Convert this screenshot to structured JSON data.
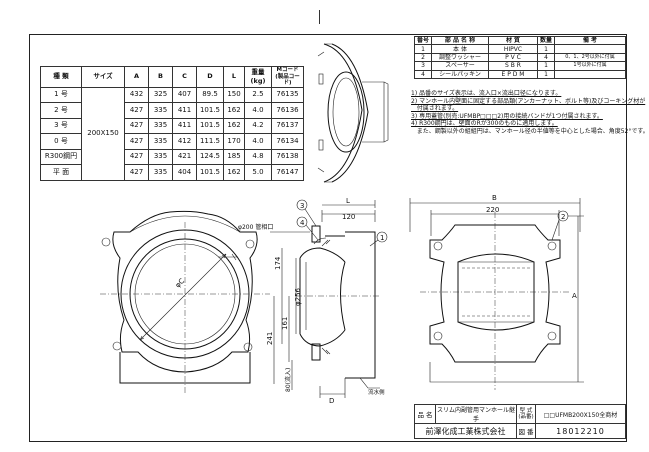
{
  "spec_table": {
    "headers": [
      "種 類",
      "サイズ",
      "A",
      "B",
      "C",
      "D",
      "L",
      "重量(kg)",
      "Mコード\n(製品コード)"
    ],
    "size": "200X150",
    "rows": [
      {
        "kind": "1 号",
        "A": "432",
        "B": "325",
        "C": "407",
        "D": "89.5",
        "L": "150",
        "weight": "2.5",
        "code": "76135"
      },
      {
        "kind": "2 号",
        "A": "427",
        "B": "335",
        "C": "411",
        "D": "101.5",
        "L": "162",
        "weight": "4.0",
        "code": "76136"
      },
      {
        "kind": "3 号",
        "A": "427",
        "B": "335",
        "C": "411",
        "D": "101.5",
        "L": "162",
        "weight": "4.2",
        "code": "76137"
      },
      {
        "kind": "0 号",
        "A": "427",
        "B": "335",
        "C": "412",
        "D": "111.5",
        "L": "170",
        "weight": "4.0",
        "code": "76134"
      },
      {
        "kind": "R300鋼円",
        "A": "427",
        "B": "335",
        "C": "421",
        "D": "124.5",
        "L": "185",
        "weight": "4.8",
        "code": "76138"
      },
      {
        "kind": "平 面",
        "A": "427",
        "B": "335",
        "C": "404",
        "D": "101.5",
        "L": "162",
        "weight": "5.0",
        "code": "76147"
      }
    ]
  },
  "parts_table": {
    "headers": [
      "番号",
      "部 品 名 称",
      "材 質",
      "数量",
      "備 考"
    ],
    "rows": [
      {
        "no": "1",
        "name": "本 体",
        "material": "HIPVC",
        "qty": "1",
        "note": ""
      },
      {
        "no": "2",
        "name": "調整ワッシャー",
        "material": "P V C",
        "qty": "4",
        "note": "0、1、2号以外に付属"
      },
      {
        "no": "3",
        "name": "スペーサー",
        "material": "S B R",
        "qty": "1",
        "note": "1号以外に付属"
      },
      {
        "no": "4",
        "name": "シールパッキン",
        "material": "E P D M",
        "qty": "1",
        "note": ""
      }
    ]
  },
  "notes": [
    {
      "text": "1) 品番のサイズ表示は、流入口×流出口径になります。",
      "underline": true
    },
    {
      "text": "2) マンホール内壁面に固定する部品類(アンカーナット、ボルト等)及びコーキング材が",
      "underline": true
    },
    {
      "text": "   付属されます。",
      "underline": true
    },
    {
      "text": "3) 専用蓋管(別売:UFMBP□□□2)用の接続バンドが1つ付属されます。",
      "underline": true
    },
    {
      "text": "4) R300鋼円は、壁面のRが300のものに適用します。",
      "underline": true
    },
    {
      "text": "   また、鋼製以外の組組円は、マンホール径の半値等を中心とした場合、角度52°です。",
      "underline": false
    }
  ],
  "title_block": {
    "name_label": "品 名",
    "name": "スリム内副管用マンホール継手",
    "model_label": "型 式\n(品番)",
    "model": "□□UFMB200X150全商材",
    "company": "前澤化成工業株式会社",
    "drawing_no_label": "図 番",
    "drawing_no": "18012210"
  },
  "drawing_labels": {
    "dim_B": "B",
    "dim_220": "220",
    "dim_A": "A",
    "dim_L": "L",
    "dim_120": "120",
    "dim_D": "D",
    "dim_C": "φC",
    "dim_phi200": "φ200 管相口",
    "dim_phi256": "φ256",
    "dim_174": "174",
    "dim_161": "161",
    "dim_241": "241",
    "dim_80": "80(流入)",
    "flow_label": "流水側",
    "callout_1": "1",
    "callout_2": "2",
    "callout_3": "3",
    "callout_4": "4"
  }
}
